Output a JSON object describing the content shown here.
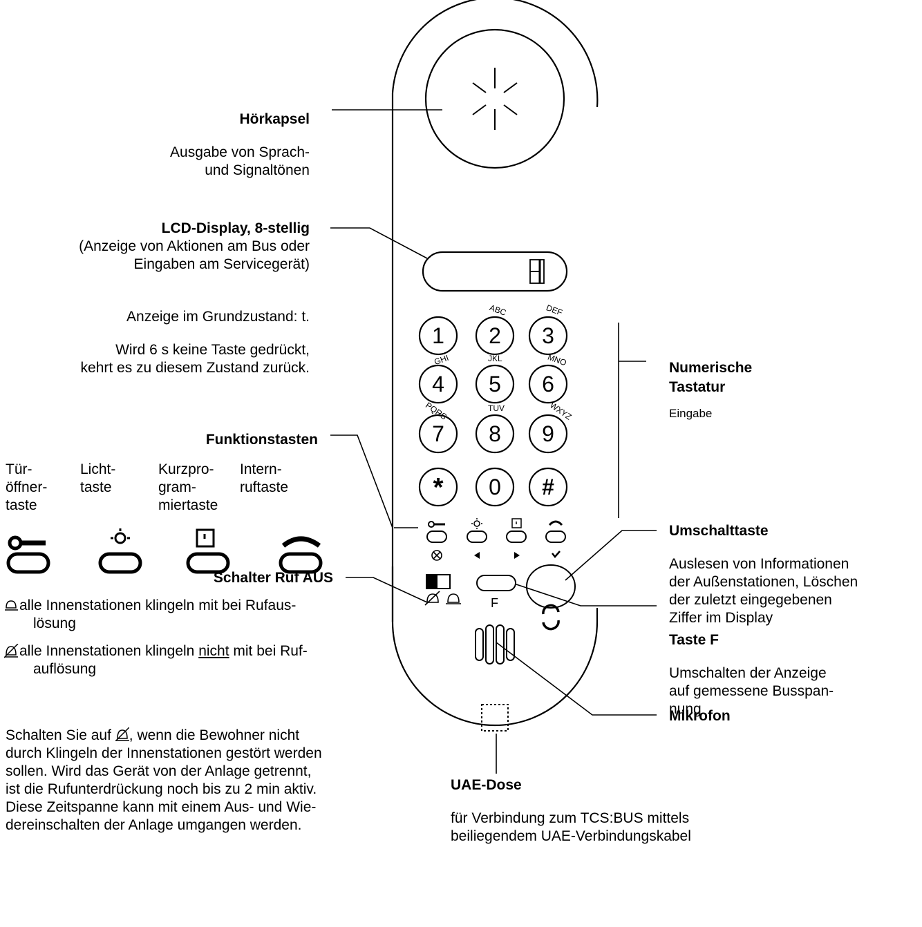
{
  "device": {
    "display_char": "",
    "keys": [
      {
        "digit": "1",
        "letters": ""
      },
      {
        "digit": "2",
        "letters": "ABC"
      },
      {
        "digit": "3",
        "letters": "DEF"
      },
      {
        "digit": "4",
        "letters": "GHI"
      },
      {
        "digit": "5",
        "letters": "JKL"
      },
      {
        "digit": "6",
        "letters": "MNO"
      },
      {
        "digit": "7",
        "letters": "PQRS"
      },
      {
        "digit": "8",
        "letters": "TUV"
      },
      {
        "digit": "9",
        "letters": "WXYZ"
      },
      {
        "digit": "*",
        "letters": ""
      },
      {
        "digit": "0",
        "letters": ""
      },
      {
        "digit": "#",
        "letters": ""
      }
    ],
    "f_key_label": "F"
  },
  "left": {
    "hoerkapsel_title": "Hörkapsel",
    "hoerkapsel_desc_1": "Ausgabe von Sprach-",
    "hoerkapsel_desc_2": "und Signaltönen",
    "lcd_title": "LCD-Display, 8-stellig",
    "lcd_desc_1": "(Anzeige von Aktionen am Bus oder",
    "lcd_desc_2": "Eingaben am Servicegerät)",
    "grund_1": "Anzeige im Grundzustand: t.",
    "grund_2": "Wird 6 s keine Taste gedrückt,",
    "grund_3": "kehrt es zu diesem Zustand zurück.",
    "funktion_title": "Funktionstasten",
    "fkeys": [
      {
        "l1": "Tür-",
        "l2": "öffner-",
        "l3": "taste"
      },
      {
        "l1": "Licht-",
        "l2": "taste",
        "l3": ""
      },
      {
        "l1": "Kurzpro-",
        "l2": "gram-",
        "l3": "miertaste"
      },
      {
        "l1": "Intern-",
        "l2": "ruftaste",
        "l3": ""
      }
    ],
    "schalter_title": "Schalter Ruf AUS",
    "ruf_on_1": "alle Innenstationen klingeln mit bei Rufaus-",
    "ruf_on_2": "lösung",
    "ruf_off_1a": "alle Innenstationen klingeln ",
    "ruf_off_1b": "nicht",
    "ruf_off_1c": " mit bei Ruf-",
    "ruf_off_2": "auflösung",
    "para_1a": "Schalten Sie auf ",
    "para_1b": ", wenn die Bewohner nicht",
    "para_2": "durch Klingeln der Innenstationen gestört werden",
    "para_3": "sollen. Wird das Gerät von der Anlage getrennt,",
    "para_4": "ist die Rufunterdrückung noch bis zu 2 min aktiv.",
    "para_5": "Diese Zeitspanne kann mit einem Aus- und Wie-",
    "para_6": "dereinschalten der Anlage umgangen werden."
  },
  "right": {
    "tastatur_title_1": "Numerische",
    "tastatur_title_2": "Tastatur",
    "tastatur_desc": "Eingabe",
    "umschalt_title": "Umschalttaste",
    "umschalt_1": "Auslesen von Informationen",
    "umschalt_2": "der Außenstationen, Löschen",
    "umschalt_3": "der zuletzt eingegebenen",
    "umschalt_4": "Ziffer im Display",
    "tastef_title": "Taste F",
    "tastef_1": "Umschalten der Anzeige",
    "tastef_2": "auf gemessene Busspan-",
    "tastef_3": "nung",
    "mikrofon_title": "Mikrofon",
    "uae_title": "UAE-Dose",
    "uae_1": "für Verbindung zum TCS:BUS mittels",
    "uae_2": "beiliegendem UAE-Verbindungskabel"
  }
}
